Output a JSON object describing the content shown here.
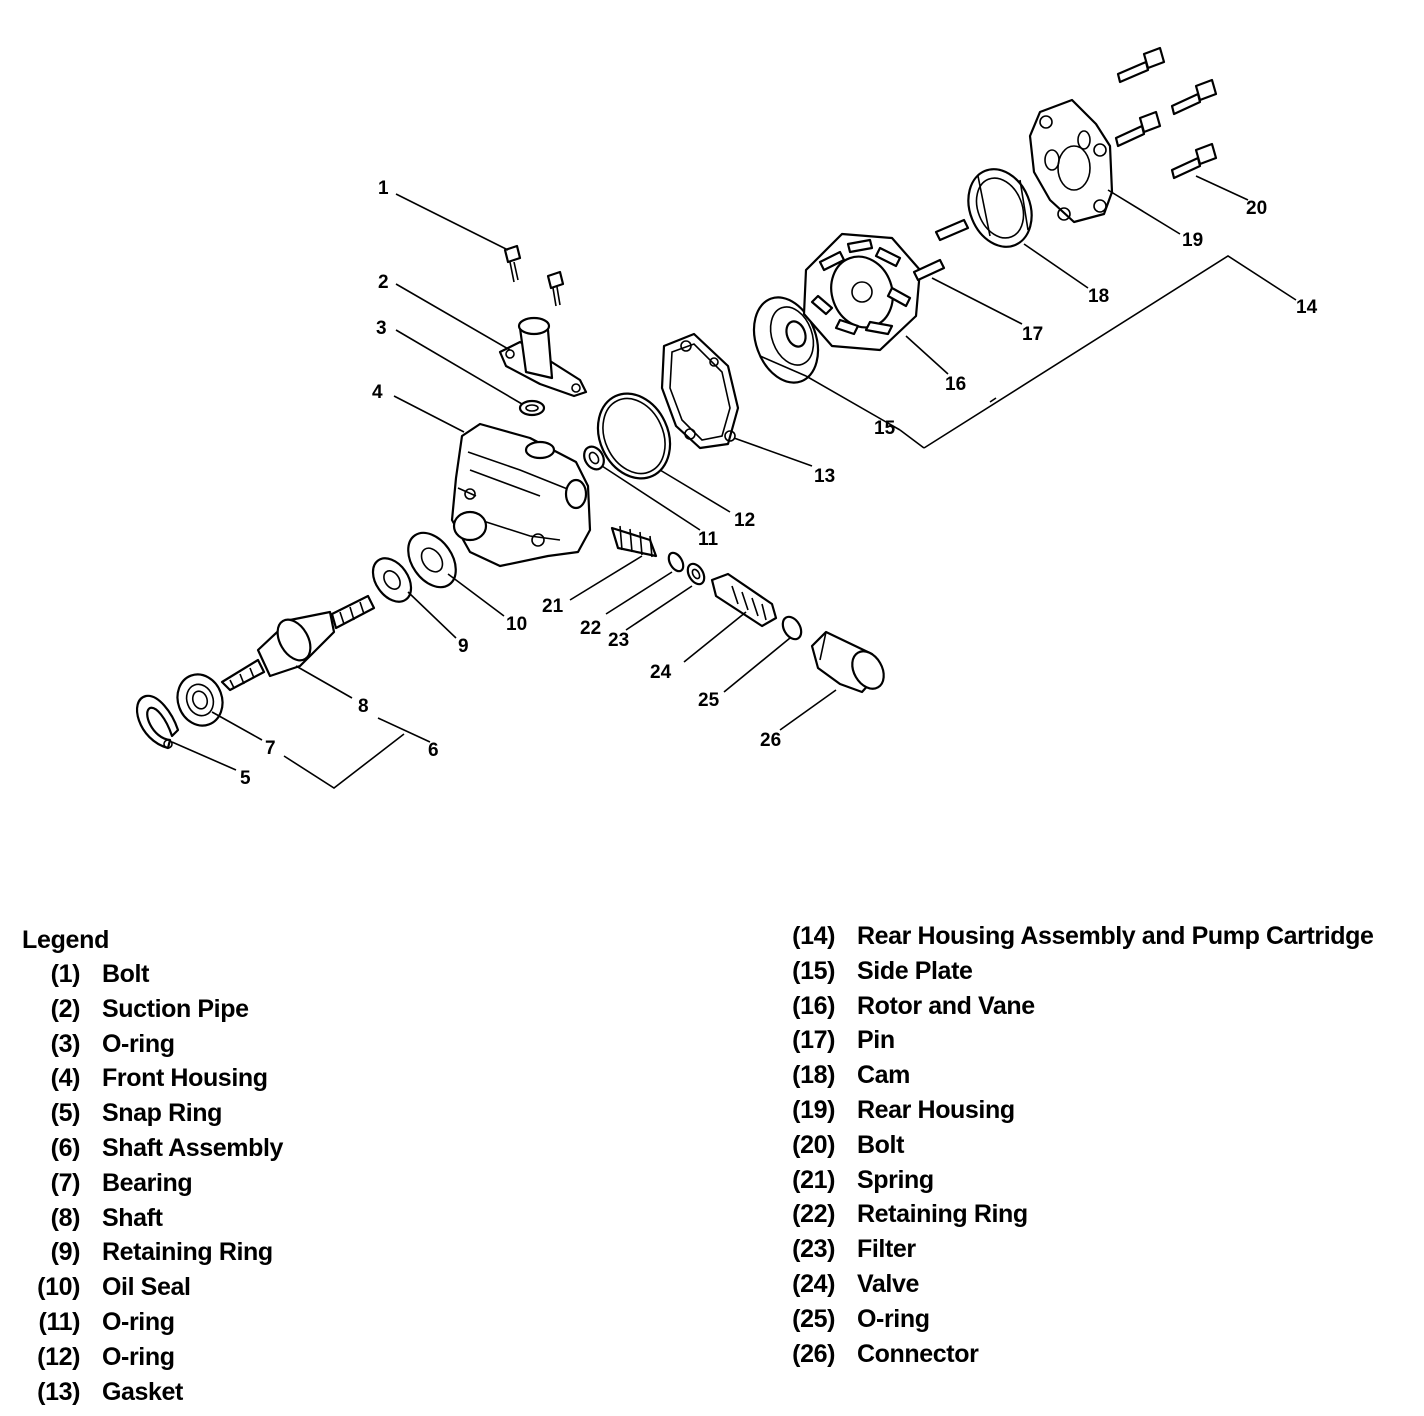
{
  "diagram": {
    "callouts": [
      {
        "id": "1",
        "label": "1"
      },
      {
        "id": "2",
        "label": "2"
      },
      {
        "id": "3",
        "label": "3"
      },
      {
        "id": "4",
        "label": "4"
      },
      {
        "id": "5",
        "label": "5"
      },
      {
        "id": "6",
        "label": "6"
      },
      {
        "id": "7",
        "label": "7"
      },
      {
        "id": "8",
        "label": "8"
      },
      {
        "id": "9",
        "label": "9"
      },
      {
        "id": "10",
        "label": "10"
      },
      {
        "id": "11",
        "label": "11"
      },
      {
        "id": "12",
        "label": "12"
      },
      {
        "id": "13",
        "label": "13"
      },
      {
        "id": "14",
        "label": "14"
      },
      {
        "id": "15",
        "label": "15"
      },
      {
        "id": "16",
        "label": "16"
      },
      {
        "id": "17",
        "label": "17"
      },
      {
        "id": "18",
        "label": "18"
      },
      {
        "id": "19",
        "label": "19"
      },
      {
        "id": "20",
        "label": "20"
      },
      {
        "id": "21",
        "label": "21"
      },
      {
        "id": "22",
        "label": "22"
      },
      {
        "id": "23",
        "label": "23"
      },
      {
        "id": "24",
        "label": "24"
      },
      {
        "id": "25",
        "label": "25"
      },
      {
        "id": "26",
        "label": "26"
      }
    ]
  },
  "legend": {
    "title": "Legend",
    "items": [
      {
        "num": "(1)",
        "text": "Bolt"
      },
      {
        "num": "(2)",
        "text": "Suction Pipe"
      },
      {
        "num": "(3)",
        "text": "O-ring"
      },
      {
        "num": "(4)",
        "text": "Front Housing"
      },
      {
        "num": "(5)",
        "text": "Snap Ring"
      },
      {
        "num": "(6)",
        "text": "Shaft Assembly"
      },
      {
        "num": "(7)",
        "text": "Bearing"
      },
      {
        "num": "(8)",
        "text": "Shaft"
      },
      {
        "num": "(9)",
        "text": "Retaining Ring"
      },
      {
        "num": "(10)",
        "text": "Oil Seal"
      },
      {
        "num": "(11)",
        "text": "O-ring"
      },
      {
        "num": "(12)",
        "text": "O-ring"
      },
      {
        "num": "(13)",
        "text": "Gasket"
      },
      {
        "num": "(14)",
        "text": "Rear Housing Assembly and Pump Cartridge"
      },
      {
        "num": "(15)",
        "text": "Side Plate"
      },
      {
        "num": "(16)",
        "text": "Rotor and Vane"
      },
      {
        "num": "(17)",
        "text": "Pin"
      },
      {
        "num": "(18)",
        "text": "Cam"
      },
      {
        "num": "(19)",
        "text": "Rear Housing"
      },
      {
        "num": "(20)",
        "text": "Bolt"
      },
      {
        "num": "(21)",
        "text": "Spring"
      },
      {
        "num": "(22)",
        "text": "Retaining Ring"
      },
      {
        "num": "(23)",
        "text": "Filter"
      },
      {
        "num": "(24)",
        "text": "Valve"
      },
      {
        "num": "(25)",
        "text": "O-ring"
      },
      {
        "num": "(26)",
        "text": "Connector"
      }
    ]
  }
}
